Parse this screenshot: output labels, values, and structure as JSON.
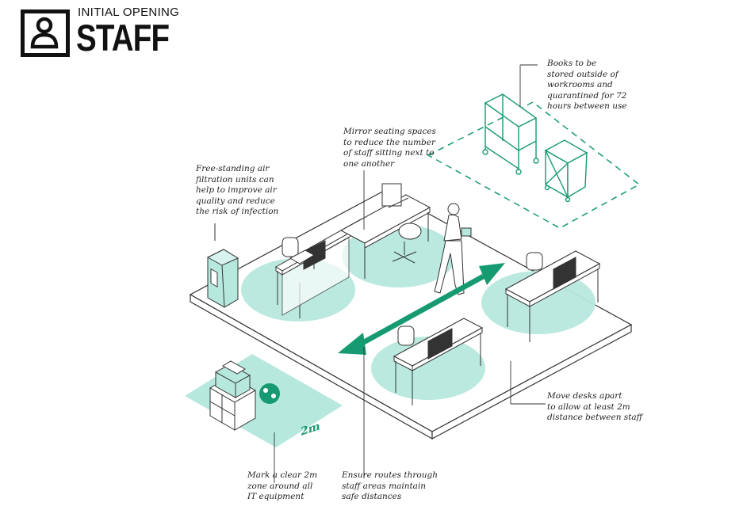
{
  "header": {
    "subtitle": "INITIAL OPENING",
    "title": "STAFF"
  },
  "colors": {
    "zone": "#b7e8de",
    "arrow": "#169a72",
    "ink": "#333333",
    "floor": "#ffffff"
  },
  "annotations": {
    "books": "Books to be\nstored outside of\nworkrooms and\nquarantined for 72\nhours between use",
    "mirror": "Mirror seating spaces\nto reduce the number\nof staff sitting next to\none another",
    "filtration": "Free-standing air\nfiltration units can\nhelp to improve air\nquality and reduce\nthe risk of infection",
    "desks": "Move desks apart\nto allow at least 2m\ndistance between staff",
    "zone": "Mark a clear 2m\nzone around all\nIT equipment",
    "routes": "Ensure routes through\nstaff areas maintain\nsafe distances"
  },
  "zone_label": "2m"
}
